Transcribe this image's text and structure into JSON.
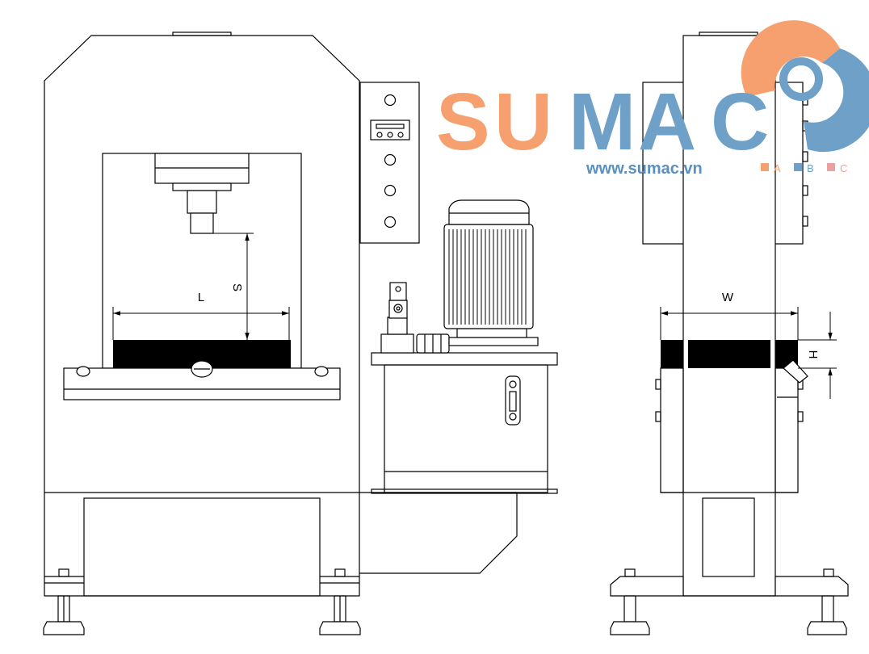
{
  "drawing": {
    "dimensions": {
      "length": "L",
      "stroke": "S",
      "width": "W",
      "height": "H"
    }
  },
  "logo": {
    "letters": [
      "S",
      "U",
      "M",
      "A",
      "C"
    ],
    "website": "www.sumac.vn",
    "legend": [
      "A",
      "B",
      "C"
    ],
    "colors": {
      "orange": "#f5a06e",
      "blue": "#6fa0c8",
      "pink": "#eaa0a0",
      "url_blue": "#5b8fc0"
    }
  }
}
